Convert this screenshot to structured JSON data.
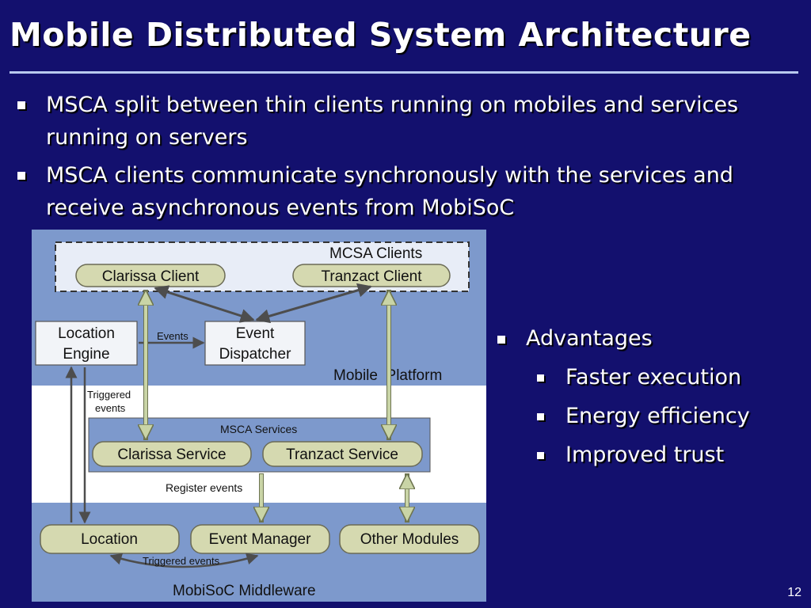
{
  "slide": {
    "title": "Mobile Distributed System Architecture",
    "bullets": [
      "MSCA split between thin clients running on mobiles and services running on servers",
      "MSCA clients communicate synchronously with the services and receive asynchronous events from MobiSoC"
    ],
    "advantages": {
      "heading": "Advantages",
      "items": [
        "Faster execution",
        "Energy efficiency",
        "Improved trust"
      ]
    },
    "page_number": "12"
  },
  "diagram": {
    "clients_group": "MCSA Clients",
    "clarissa_client": "Clarissa Client",
    "tranzact_client": "Tranzact Client",
    "location_engine": [
      "Location",
      "Engine"
    ],
    "event_dispatcher": [
      "Event",
      "Dispatcher"
    ],
    "events_label": "Events",
    "mobile_platform": "Mobile  Platform",
    "triggered_events_1": [
      "Triggered",
      "events"
    ],
    "services_group": "MSCA Services",
    "clarissa_service": "Clarissa Service",
    "tranzact_service": "Tranzact Service",
    "register_events": "Register events",
    "location": "Location",
    "event_manager": "Event Manager",
    "other_modules": "Other Modules",
    "triggered_events_2": "Triggered events",
    "middleware": "MobiSoC Middleware"
  },
  "colors": {
    "background": "#13106e",
    "panel_blue": "#7d99cc",
    "module_fill": "#d5d9b0",
    "arrow": "#4d4d4d",
    "arrow_light": "#c9d4a6"
  }
}
